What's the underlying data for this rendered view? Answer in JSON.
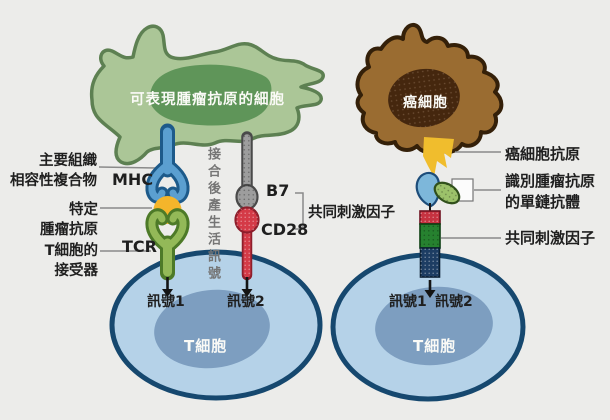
{
  "figure": {
    "description_left": "antigen presenting cell with MHC-TCR and B7-CD28 signalling into T cell",
    "description_right": "cancer cell antigen recognized by single-chain antibody CAR construct on T cell"
  },
  "palette": {
    "background": "#ececea",
    "apc_body": "#abc697",
    "apc_outline": "#5d8052",
    "apc_nucleus": "#5f9559",
    "cancer_body": "#9a6c31",
    "cancer_outline": "#342009",
    "cancer_nucleus": "#45270e",
    "tcell_body": "#b5d2e8",
    "tcell_outline": "#16486f",
    "tcell_nucleus": "#7d9ec0",
    "mhc_blue": "#5b9fd0",
    "antigen_yellow": "#f4b52b",
    "tcr_green": "#93b958",
    "b7_gray": "#9d9d9d",
    "cd28_red": "#d43a47",
    "car_red": "#c63240",
    "car_green": "#26812f",
    "car_navy": "#1d3d63",
    "label_text": "#1f1f1f",
    "line_gray": "#8a8a8a"
  },
  "left_panel": {
    "apc_label": "可表現腫瘤抗原的細胞",
    "mhc_name_line1": "主要組織",
    "mhc_name_line2": "相容性複合物",
    "mhc_abbr": "MHC",
    "antigen_line1": "特定",
    "antigen_line2": "腫瘤抗原",
    "tcr_name_line1": "T細胞的",
    "tcr_name_line2": "接受器",
    "tcr_abbr": "TCR",
    "b7": "B7",
    "cd28": "CD28",
    "costimulatory": "共同刺激因子",
    "vertical_note": "接合後產生活訊號",
    "signal1": "訊號1",
    "signal2": "訊號2",
    "tcell": "T細胞"
  },
  "right_panel": {
    "cancer_label": "癌細胞",
    "antigen_label": "癌細胞抗原",
    "scfv_line1": "識別腫瘤抗原",
    "scfv_line2": "的單鏈抗體",
    "costimulatory": "共同刺激因子",
    "signal1": "訊號1",
    "signal2": "訊號2",
    "tcell": "T細胞"
  }
}
